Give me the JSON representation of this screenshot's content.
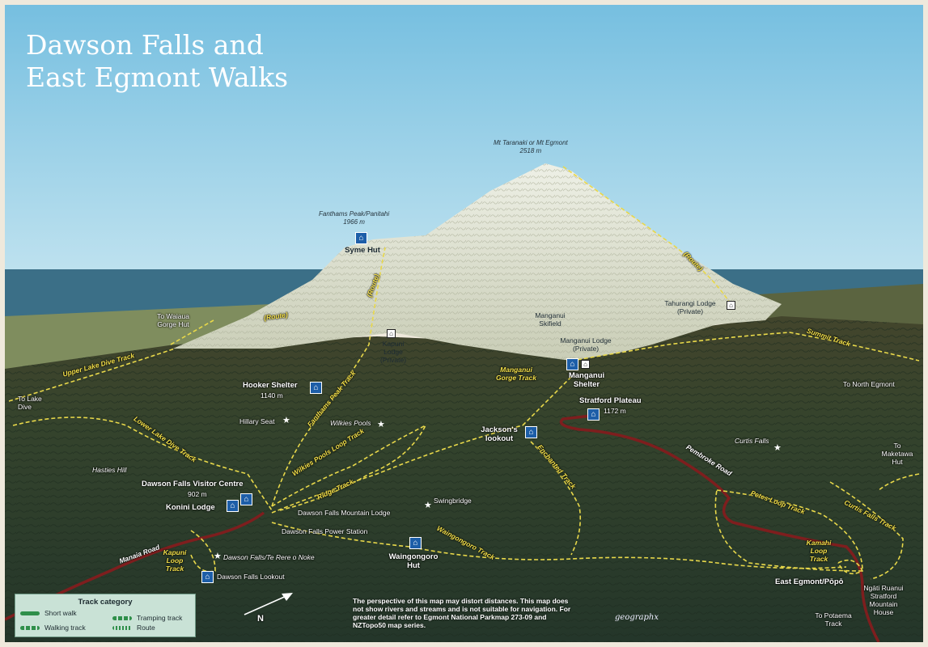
{
  "title": {
    "line1": "Dawson Falls and",
    "line2": "East Egmont Walks"
  },
  "peaks": {
    "taranaki": {
      "name": "Mt Taranaki or Mt Egmont",
      "height": "2518 m"
    },
    "fanthams": {
      "name": "Fanthams Peak/Panitahi",
      "height": "1966 m"
    }
  },
  "huts": {
    "syme": "Syme Hut",
    "hooker": "Hooker Shelter",
    "hooker_height": "1140 m",
    "waingongoro": "Waingongoro Hut",
    "manganui_shelter": "Manganui Shelter"
  },
  "lodges": {
    "kapuni": "Kapuni Lodge (Private)",
    "manganui_lodge": "Manganui Lodge (Private)",
    "tahurangi": "Tahurangi Lodge (Private)",
    "konini": "Konini Lodge",
    "dawson_mountain": "Dawson Falls Mountain Lodge"
  },
  "places": {
    "skifield": "Manganui Skifield",
    "stratford_plateau": "Stratford Plateau",
    "stratford_height": "1172 m",
    "jacksons": "Jackson's lookout",
    "visitor_centre": "Dawson Falls Visitor Centre",
    "visitor_height": "902 m",
    "power_station": "Dawson Falls Power Station",
    "falls": "Dawson Falls/Te Rere o Noke",
    "falls_lookout": "Dawson Falls Lookout",
    "east_egmont": "East Egmont/Pōpō",
    "ngati_ruanui": "Ngāti Ruanui Stratford Mountain House",
    "hillary_seat": "Hillary Seat",
    "wilkies_pools": "Wilkies Pools",
    "hasties_hill": "Hasties Hill",
    "swingbridge": "Swingbridge",
    "curtis_falls": "Curtis Falls"
  },
  "directions": {
    "waiaua": "To Waiaua Gorge Hut",
    "lake_dive": "To Lake Dive",
    "north_egmont": "To North Egmont",
    "maketawa": "To Maketawa Hut",
    "potaema": "To Potaema Track"
  },
  "tracks": {
    "upper_lake_dive": "Upper Lake Dive Track",
    "lower_lake_dive": "Lower Lake Dive Track",
    "fanthams_peak": "Fanthams Peak Track",
    "wilkies_pools_loop": "Wilkies Pools Loop Track",
    "ridge": "Ridge Track",
    "manganui_gorge": "Manganui Gorge Track",
    "enchanted": "Enchanted Track",
    "waingongoro": "Waingongoro Track",
    "kapuni_loop": "Kapuni Loop Track",
    "kamahi_loop": "Kamahi Loop Track",
    "petes_loop": "Petes Loop Track",
    "curtis_falls": "Curtis Falls Track",
    "summit": "Summit Track",
    "route_1": "(Route)",
    "route_2": "(Route)",
    "route_3": "(Route)"
  },
  "roads": {
    "manaia": "Manaia Road",
    "pembroke": "Pembroke Road"
  },
  "legend": {
    "title": "Track category",
    "items": [
      "Short walk",
      "Tramping track",
      "Walking track",
      "Route"
    ]
  },
  "north_label": "N",
  "disclaimer": "The perspective of this map may distort distances. This map does not show rivers and streams and is not suitable for navigation. For greater detail refer to Egmont National Parkmap 273-09 and NZTopo50 map series.",
  "logo": "geographx",
  "colors": {
    "sky": "#7fc6e4",
    "sea": "#3a6e86",
    "forest": "#2f3f28",
    "snow": "#e6e8dc",
    "track": "#e8d84a",
    "road": "#8a1f1f",
    "hut_icon": "#1d5ea8",
    "legend_bg": "#c9e2d6"
  },
  "icons": [
    "hut-icon",
    "lodge-icon",
    "viewpoint-icon",
    "star-icon",
    "north-arrow-icon"
  ]
}
